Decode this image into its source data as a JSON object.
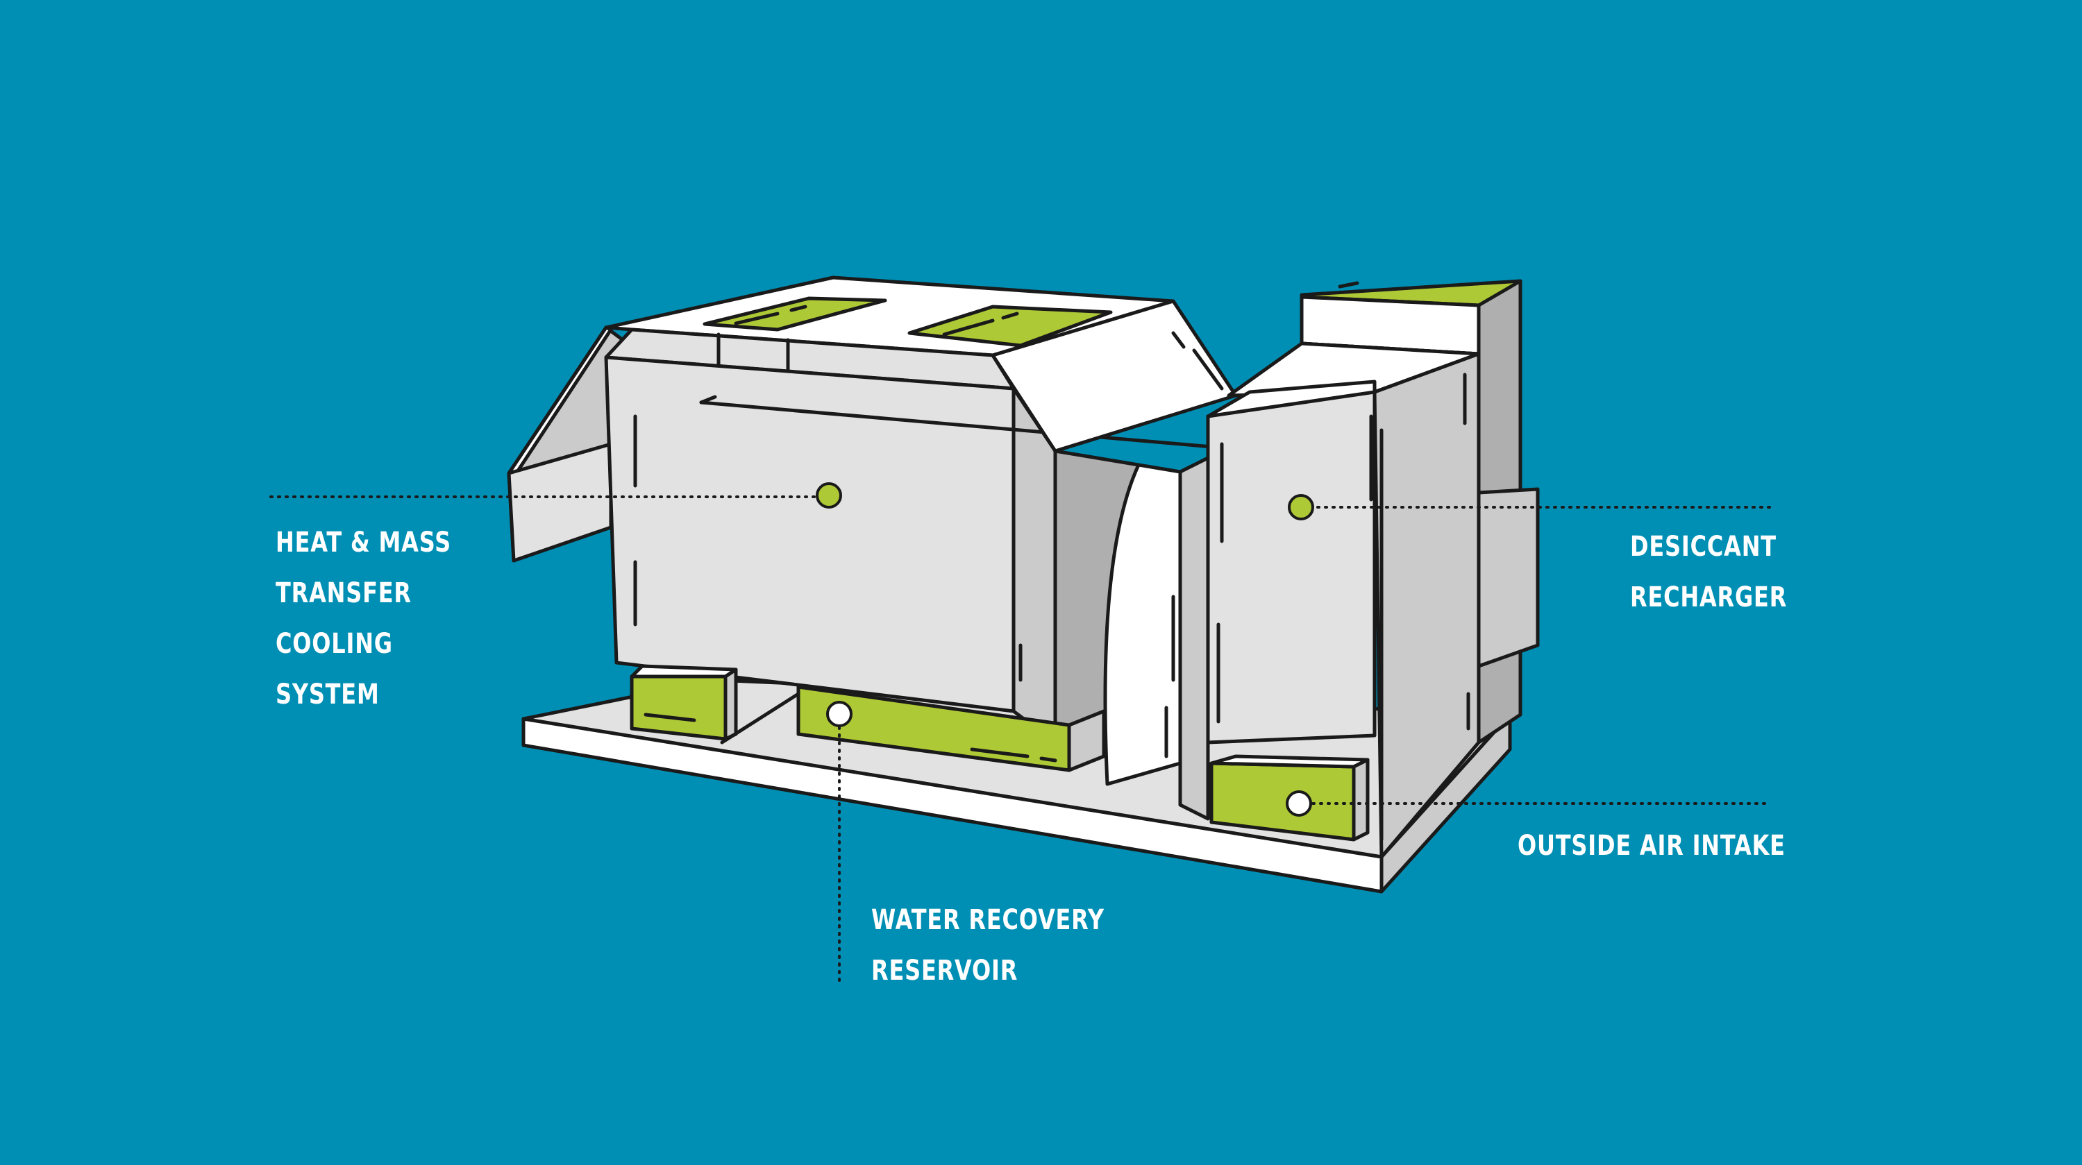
{
  "colors": {
    "background": "#008fb4",
    "panel_light": "#e2e2e2",
    "panel_mid": "#cbcbcb",
    "panel_dark": "#afafaf",
    "white": "#ffffff",
    "accent_green": "#aec936",
    "outline": "#1a1a1a"
  },
  "callouts": [
    {
      "id": "heat",
      "lines": [
        "HEAT & MASS",
        "TRANSFER",
        "COOLING",
        "SYSTEM"
      ],
      "marker_color": "green"
    },
    {
      "id": "desiccant",
      "lines": [
        "DESICCANT",
        "RECHARGER"
      ],
      "marker_color": "green"
    },
    {
      "id": "outside",
      "lines": [
        "OUTSIDE AIR INTAKE"
      ],
      "marker_color": "white"
    },
    {
      "id": "water",
      "lines": [
        "WATER RECOVERY",
        "RESERVOIR"
      ],
      "marker_color": "white"
    }
  ]
}
